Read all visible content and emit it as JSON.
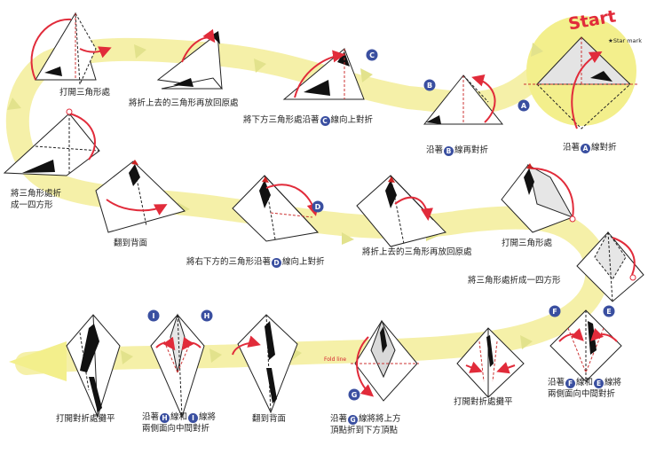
{
  "start_label": "Start",
  "star_mark_label": "★Star mark",
  "fold_line_label": "Fold line",
  "steps": {
    "s1": {
      "pre": "沿著",
      "badge": "A",
      "post": "線對折"
    },
    "s2": {
      "pre": "沿著",
      "badge": "B",
      "post": "線再對折"
    },
    "s3": {
      "pre": "將下方三角形處沿著",
      "badge": "C",
      "post": "線向上對折"
    },
    "s4": {
      "text": "將折上去的三角形再放回原處"
    },
    "s5": {
      "text": "打開三角形處"
    },
    "s6": {
      "line1": "將三角形處折",
      "line2": "成一四方形"
    },
    "s7": {
      "text": "翻到背面"
    },
    "s8": {
      "pre": "將右下方的三角形沿著",
      "badge": "D",
      "post": "線向上對折"
    },
    "s9": {
      "text": "將折上去的三角形再放回原處"
    },
    "s10": {
      "text": "打開三角形處"
    },
    "s11": {
      "text": "將三角形處折成一四方形"
    },
    "s12": {
      "pre": "沿著",
      "badge1": "F",
      "mid": "線和",
      "badge2": "E",
      "post": "線將",
      "line2": "兩側面向中間對折"
    },
    "s13": {
      "text": "打開對折處攤平"
    },
    "s14": {
      "pre": "沿著",
      "badge": "G",
      "post": "線將將上方",
      "line2": "頂點折到下方頂點"
    },
    "s15": {
      "text": "翻到背面"
    },
    "s16": {
      "pre": "沿著",
      "badge1": "H",
      "mid": "線和",
      "badge2": "I",
      "post": "線將",
      "line2": "兩側面向中間對折"
    },
    "s17": {
      "text": "打開對折處攤平"
    }
  },
  "diagram_badges": [
    "A",
    "B",
    "C",
    "D",
    "E",
    "F",
    "G",
    "H",
    "I"
  ],
  "colors": {
    "path": "#f5f0a8",
    "arrow": "#e1e28a",
    "fold": "#e12b3a",
    "badge": "#3a4fa0",
    "start_circle": "#f3ef8c"
  }
}
